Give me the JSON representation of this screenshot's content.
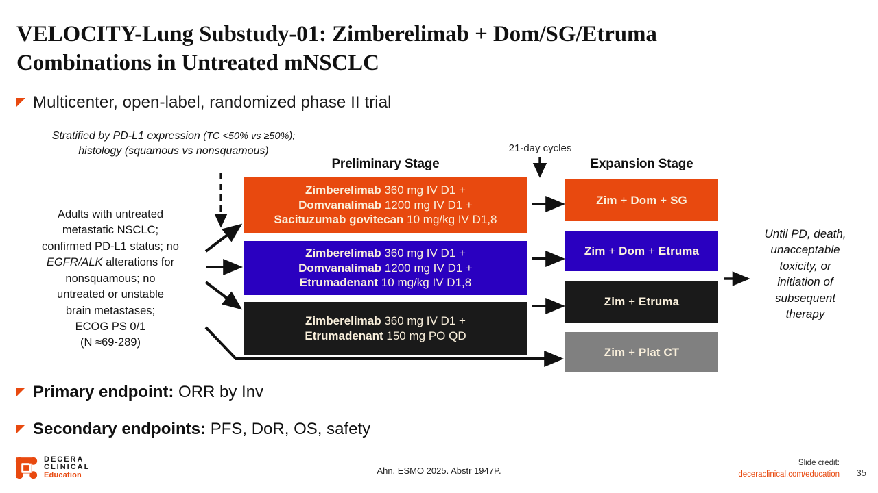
{
  "title": {
    "line1": "VELOCITY-Lung Substudy-01: Zimberelimab + Dom/SG/Etruma",
    "line2": "Combinations in Untreated mNSCLC"
  },
  "subtitle": "Multicenter, open-label, randomized phase II trial",
  "stratification": {
    "line1_lead": "Stratified by PD-L1 expression ",
    "line1_paren": "(TC <50% vs ≥50%);",
    "line2": "histology (squamous vs nonsquamous)"
  },
  "population": {
    "l1": "Adults with untreated",
    "l2": "metastatic NSCLC;",
    "l3": "confirmed PD-L1 status; no",
    "l4_italic": "EGFR/ALK",
    "l4_rest": " alterations for",
    "l5": "nonsquamous; no",
    "l6": "untreated or unstable",
    "l7": "brain metastases;",
    "l8": "ECOG PS 0/1",
    "l9": "(N ≈69-289)"
  },
  "cycles_label": "21-day cycles",
  "stages": {
    "preliminary_header": "Preliminary Stage",
    "expansion_header": "Expansion Stage"
  },
  "preliminary_arms": [
    {
      "id": "arm-sg",
      "color": "#E8490F",
      "lines": [
        {
          "drug": "Zimberelimab",
          "dose": " 360 mg IV D1 +"
        },
        {
          "drug": "Domvanalimab",
          "dose": " 1200 mg IV D1 +"
        },
        {
          "drug": "Sacituzumab govitecan",
          "dose": " 10 mg/kg IV D1,8"
        }
      ]
    },
    {
      "id": "arm-etruma-iv",
      "color": "#2A00C0",
      "lines": [
        {
          "drug": "Zimberelimab",
          "dose": " 360 mg IV D1 +"
        },
        {
          "drug": "Domvanalimab",
          "dose": " 1200 mg IV D1 +"
        },
        {
          "drug": "Etrumadenant",
          "dose": " 10 mg/kg IV D1,8"
        }
      ]
    },
    {
      "id": "arm-etruma-po",
      "color": "#1A1A1A",
      "lines": [
        {
          "drug": "Zimberelimab",
          "dose": " 360 mg IV D1 +"
        },
        {
          "drug": "Etrumadenant",
          "dose": " 150 mg PO QD"
        }
      ]
    }
  ],
  "expansion_arms": [
    {
      "id": "exp-zim-dom-sg",
      "color": "#E8490F",
      "parts": [
        "Zim",
        "Dom",
        "SG"
      ]
    },
    {
      "id": "exp-zim-dom-etruma",
      "color": "#2A00C0",
      "parts": [
        "Zim",
        "Dom",
        "Etruma"
      ]
    },
    {
      "id": "exp-zim-etruma",
      "color": "#1A1A1A",
      "parts": [
        "Zim",
        "Etruma"
      ]
    },
    {
      "id": "exp-zim-plat-ct",
      "color": "#808080",
      "parts": [
        "Zim",
        "Plat CT"
      ]
    }
  ],
  "until_note": {
    "l1": "Until PD, death,",
    "l2": "unacceptable",
    "l3": "toxicity, or",
    "l4": "initiation of",
    "l5": "subsequent",
    "l6": "therapy"
  },
  "endpoints": {
    "primary_label": "Primary endpoint:",
    "primary_value": " ORR by Inv",
    "secondary_label": "Secondary endpoints:",
    "secondary_value": " PFS, DoR, OS, safety"
  },
  "footer": {
    "logo_line1": "DECERA",
    "logo_line2": "CLINICAL",
    "logo_line3": "Education",
    "citation": "Ahn. ESMO 2025. Abstr 1947P.",
    "credit_label": "Slide credit:",
    "credit_url": "deceraclinical.com/education",
    "page_number": "35"
  },
  "colors": {
    "accent_orange": "#E8490F",
    "arm_blue": "#2A00C0",
    "arm_black": "#1A1A1A",
    "arm_gray": "#808080",
    "box_text": "#FAF0DC"
  }
}
